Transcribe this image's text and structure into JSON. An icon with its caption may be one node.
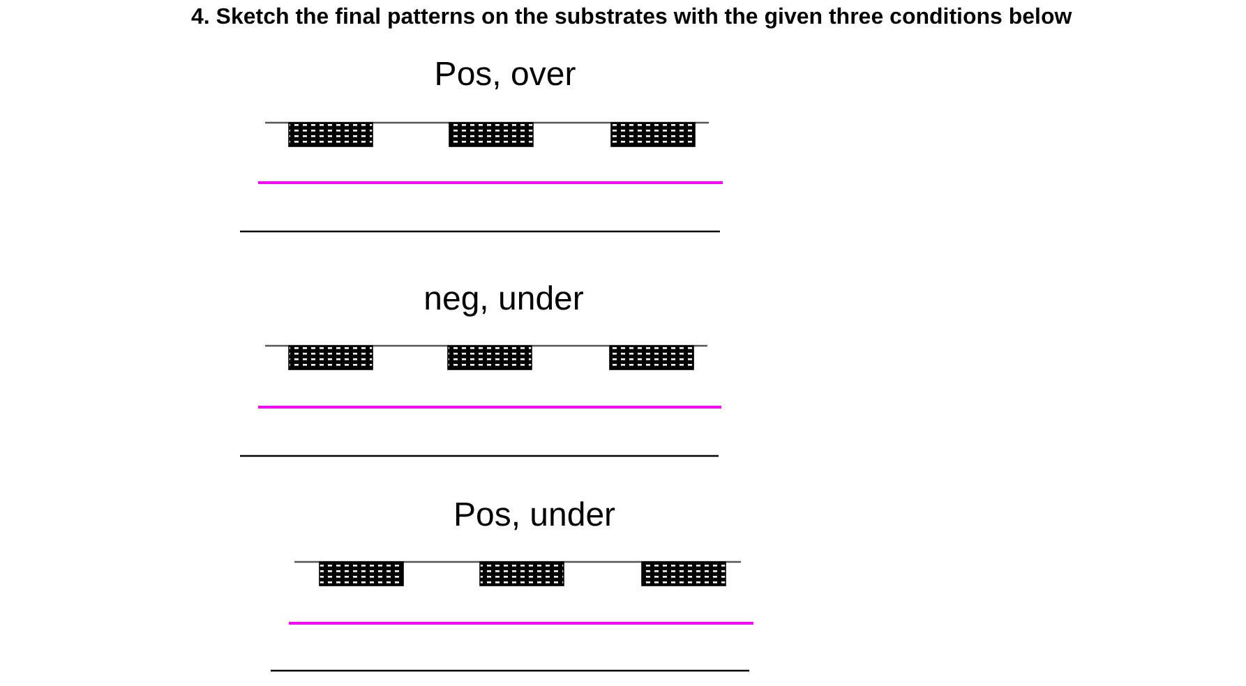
{
  "diagram": {
    "title": "4. Sketch the final patterns on the substrates with the given three conditions below",
    "labels": [
      "Pos, over",
      "neg, under",
      "Pos, under"
    ]
  }
}
